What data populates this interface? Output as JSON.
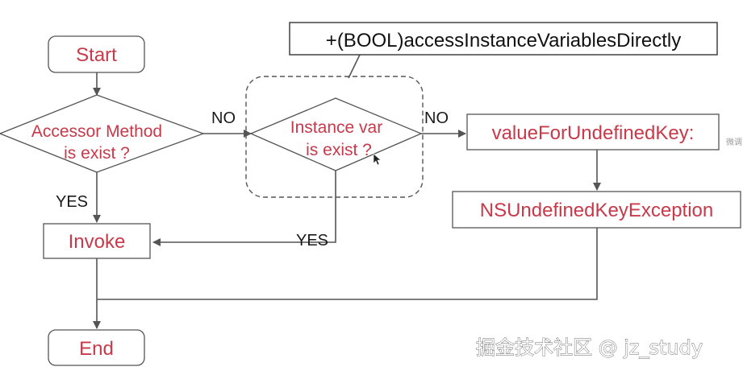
{
  "nodes": {
    "start": "Start",
    "accessor_line1": "Accessor Method",
    "accessor_line2": "is exist ?",
    "instance_line1": "Instance var",
    "instance_line2": "is exist ?",
    "callout": "+(BOOL)accessInstanceVariablesDirectly",
    "value_for_undefined": "valueForUndefinedKey:",
    "exception": "NSUndefinedKeyException",
    "invoke": "Invoke",
    "end": "End"
  },
  "edges": {
    "no_1": "NO",
    "no_2": "NO",
    "yes_1": "YES",
    "yes_2": "YES"
  },
  "watermark": "掘金技术社区 @ jz_study",
  "edge_fragment": "微调",
  "colors": {
    "node_text": "#c8394a",
    "line": "#555555",
    "label_text": "#1a1a1a"
  }
}
